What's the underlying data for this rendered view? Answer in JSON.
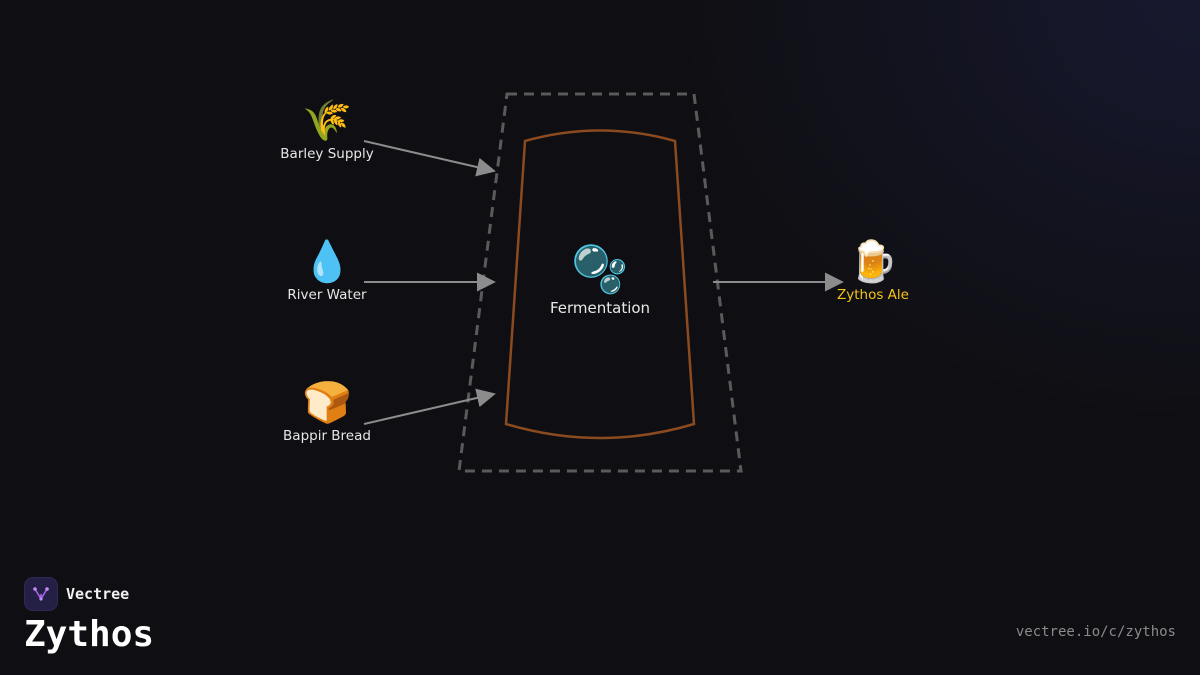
{
  "diagram": {
    "inputs": [
      {
        "icon": "🌾",
        "icon_name": "wheat-icon",
        "label": "Barley Supply"
      },
      {
        "icon": "💧",
        "icon_name": "water-drop-icon",
        "label": "River Water"
      },
      {
        "icon": "🍞",
        "icon_name": "bread-icon",
        "label": "Bappir Bread"
      }
    ],
    "process": {
      "icon": "🫧",
      "icon_name": "bubbles-icon",
      "label": "Fermentation"
    },
    "output": {
      "icon": "🍺",
      "icon_name": "beer-mug-icon",
      "label": "Zythos Ale"
    },
    "colors": {
      "background": "#0f0f13",
      "arrow": "#8c8c8c",
      "vessel_outline": "#8b4a1f",
      "container_dash": "#5a5a5a",
      "output_label": "#f5c518"
    }
  },
  "brand": {
    "name": "Vectree",
    "logo_icon": "vectree-logo-icon",
    "title": "Zythos",
    "url": "vectree.io/c/zythos"
  }
}
